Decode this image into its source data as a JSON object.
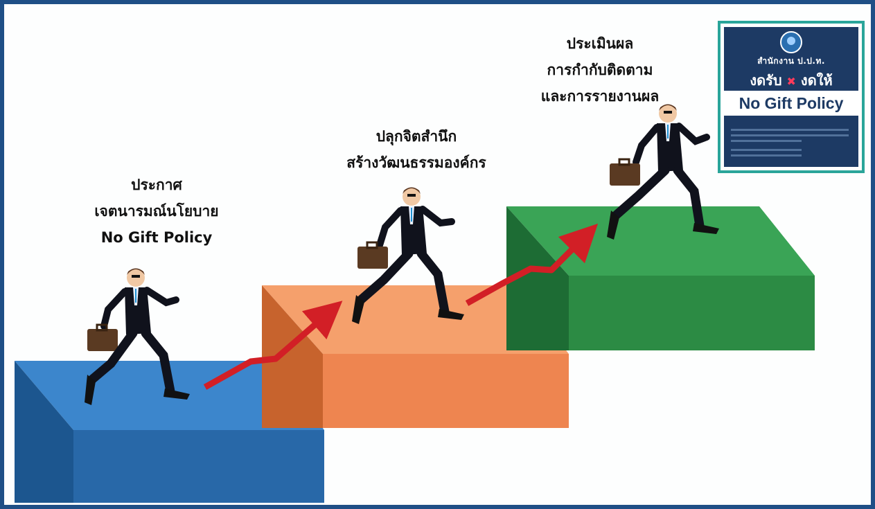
{
  "steps": [
    {
      "id": "announce",
      "lines": [
        "ประกาศ",
        "เจตนารมณ์นโยบาย",
        "No Gift Policy"
      ],
      "color": "#2f74b5"
    },
    {
      "id": "awareness",
      "lines": [
        "ปลุกจิตสำนึก",
        "สร้างวัฒนธรรมองค์กร"
      ],
      "color": "#ef8d56"
    },
    {
      "id": "evaluate",
      "lines": [
        "ประเมินผล",
        "การกำกับติดตาม",
        "และการรายงานผล"
      ],
      "color": "#2e9344"
    }
  ],
  "badge": {
    "office": "สำนักงาน ป.ป.ท.",
    "slogan_left": "งดรับ",
    "slogan_mark": "✖",
    "slogan_right": "งดให้",
    "policy": "No Gift Policy"
  },
  "colors": {
    "frame": "#1f4f86",
    "arrow": "#d21f26",
    "suit": "#10121c",
    "briefcase": "#5a3a22"
  }
}
